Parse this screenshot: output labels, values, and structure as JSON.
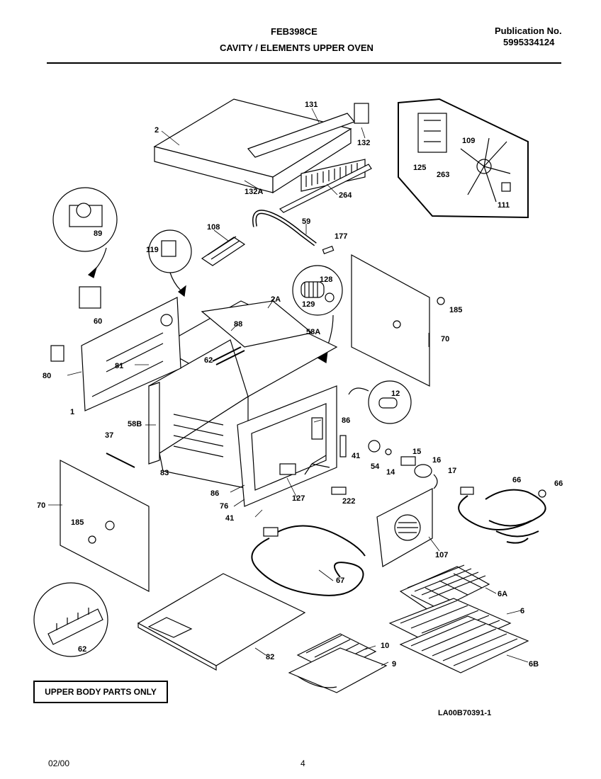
{
  "header": {
    "model": "FEB398CE",
    "title": "CAVITY / ELEMENTS UPPER OVEN",
    "publication_label": "Publication No.",
    "publication_number": "5995334124"
  },
  "callouts": [
    {
      "id": "c2",
      "text": "2"
    },
    {
      "id": "c131",
      "text": "131"
    },
    {
      "id": "c132",
      "text": "132"
    },
    {
      "id": "c132A",
      "text": "132A"
    },
    {
      "id": "c264",
      "text": "264"
    },
    {
      "id": "c125",
      "text": "125"
    },
    {
      "id": "c263",
      "text": "263"
    },
    {
      "id": "c109",
      "text": "109"
    },
    {
      "id": "c111",
      "text": "111"
    },
    {
      "id": "c89",
      "text": "89"
    },
    {
      "id": "c108",
      "text": "108"
    },
    {
      "id": "c59",
      "text": "59"
    },
    {
      "id": "c177",
      "text": "177"
    },
    {
      "id": "c119",
      "text": "119"
    },
    {
      "id": "c128",
      "text": "128"
    },
    {
      "id": "c129",
      "text": "129"
    },
    {
      "id": "c185a",
      "text": "185"
    },
    {
      "id": "c70a",
      "text": "70"
    },
    {
      "id": "c60",
      "text": "60"
    },
    {
      "id": "c2A",
      "text": "2A"
    },
    {
      "id": "c88",
      "text": "88"
    },
    {
      "id": "c58A",
      "text": "58A"
    },
    {
      "id": "c80",
      "text": "80"
    },
    {
      "id": "c81",
      "text": "81"
    },
    {
      "id": "c62a",
      "text": "62"
    },
    {
      "id": "c12",
      "text": "12"
    },
    {
      "id": "c1",
      "text": "1"
    },
    {
      "id": "c58B",
      "text": "58B"
    },
    {
      "id": "c86a",
      "text": "86"
    },
    {
      "id": "c37",
      "text": "37"
    },
    {
      "id": "c41a",
      "text": "41"
    },
    {
      "id": "c15",
      "text": "15"
    },
    {
      "id": "c54",
      "text": "54"
    },
    {
      "id": "c14",
      "text": "14"
    },
    {
      "id": "c16",
      "text": "16"
    },
    {
      "id": "c17",
      "text": "17"
    },
    {
      "id": "c83",
      "text": "83"
    },
    {
      "id": "c66a",
      "text": "66"
    },
    {
      "id": "c66b",
      "text": "66"
    },
    {
      "id": "c70b",
      "text": "70"
    },
    {
      "id": "c86b",
      "text": "86"
    },
    {
      "id": "c127",
      "text": "127"
    },
    {
      "id": "c76",
      "text": "76"
    },
    {
      "id": "c222",
      "text": "222"
    },
    {
      "id": "c41b",
      "text": "41"
    },
    {
      "id": "c185b",
      "text": "185"
    },
    {
      "id": "c107",
      "text": "107"
    },
    {
      "id": "c67",
      "text": "67"
    },
    {
      "id": "c6A",
      "text": "6A"
    },
    {
      "id": "c6",
      "text": "6"
    },
    {
      "id": "c62b",
      "text": "62"
    },
    {
      "id": "c82",
      "text": "82"
    },
    {
      "id": "c10",
      "text": "10"
    },
    {
      "id": "c9",
      "text": "9"
    },
    {
      "id": "c6B",
      "text": "6B"
    }
  ],
  "footer": {
    "upper_body_note": "UPPER BODY PARTS ONLY",
    "drawing_id": "LA00B70391-1",
    "date": "02/00",
    "page_number": "4"
  }
}
